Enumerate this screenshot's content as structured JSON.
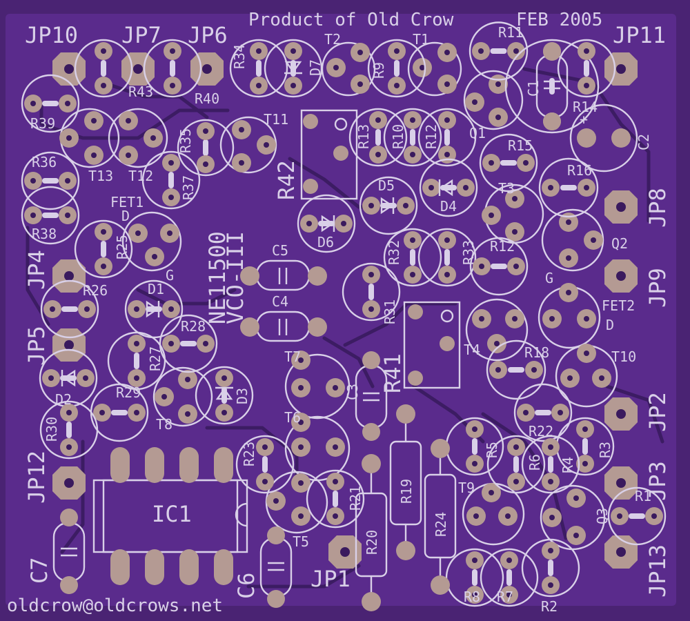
{
  "board": {
    "header_text": "Product of Old Crow",
    "date_text": "FEB 2005",
    "footer_email": "oldcrow@oldcrows.net",
    "board_name": "NE11500",
    "board_subtitle": "VCO-III",
    "ic_label": "IC1",
    "colors": {
      "background": "#4a2373",
      "board": "#5a2b8c",
      "silk": "#d9d0e8",
      "pad": "#b49a93",
      "trace": "#3c1c63"
    }
  },
  "labels": {
    "jp10": "JP10",
    "jp7": "JP7",
    "jp6": "JP6",
    "jp11": "JP11",
    "jp8": "JP8",
    "jp9": "JP9",
    "jp4": "JP4",
    "jp5": "JP5",
    "jp2": "JP2",
    "jp3": "JP3",
    "jp12": "JP12",
    "jp13": "JP13",
    "jp1": "JP1",
    "t1": "T1",
    "t2": "T2",
    "t3": "T3",
    "t4": "T4",
    "t5": "T5",
    "t6": "T6",
    "t7": "T7",
    "t8": "T8",
    "t9": "T9",
    "t10": "T10",
    "t11": "T11",
    "t12": "T12",
    "t13": "T13",
    "q1": "Q1",
    "q2": "Q2",
    "q3": "Q3",
    "fet1": "FET1",
    "fet2": "FET2",
    "fet1_d": "D",
    "fet1_g": "G",
    "fet2_g": "G",
    "fet2_d": "D",
    "d1": "D1",
    "d2": "D2",
    "d3": "D3",
    "d4": "D4",
    "d5": "D5",
    "d6": "D6",
    "d7": "D7",
    "c1": "C1",
    "c2": "C2",
    "c3": "C3",
    "c4": "C4",
    "c5": "C5",
    "c6": "C6",
    "c7": "C7",
    "r1": "R1",
    "r2": "R2",
    "r3": "R3",
    "r4": "R4",
    "r5": "R5",
    "r6": "R6",
    "r7": "R7",
    "r8": "R8",
    "r9": "R9",
    "r10": "R10",
    "r11": "R11",
    "r12": "R12",
    "r13": "R13",
    "r14": "R14",
    "r15": "R15",
    "r16": "R16",
    "r18": "R18",
    "r19": "R19",
    "r20": "R20",
    "r21": "R21",
    "r22": "R22",
    "r23": "R23",
    "r24": "R24",
    "r25": "R25",
    "r26": "R26",
    "r27": "R27",
    "r28": "R28",
    "r29": "R29",
    "r30": "R30",
    "r31": "R31",
    "r32": "R32",
    "r33": "R33",
    "r34": "R34",
    "r35": "R35",
    "r36": "R36",
    "r37": "R37",
    "r38": "R38",
    "r39": "R39",
    "r40": "R40",
    "r41": "R41",
    "r42": "R42",
    "r43": "R43",
    "plus": "+"
  }
}
